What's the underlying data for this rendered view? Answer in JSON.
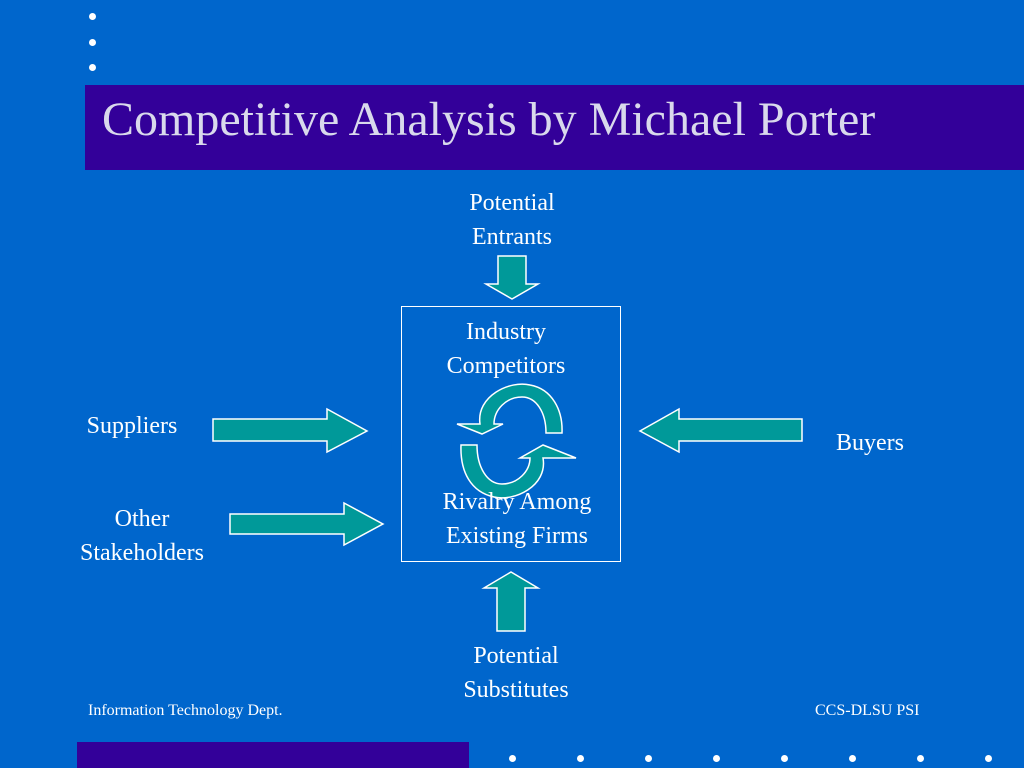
{
  "title": "Competitive Analysis by Michael Porter",
  "nodes": {
    "potential_entrants": "Potential\nEntrants",
    "industry_competitors": "Industry\nCompetitors",
    "rivalry": "Rivalry Among\nExisting Firms",
    "suppliers": "Suppliers",
    "other_stakeholders": "Other\nStakeholders",
    "buyers": "Buyers",
    "potential_substitutes": "Potential\nSubstitutes"
  },
  "footer": {
    "left": "Information Technology Dept.",
    "right": "CCS-DLSU PSI"
  },
  "colors": {
    "background": "#0066cc",
    "band": "#330099",
    "arrow_fill": "#009999",
    "arrow_outline": "#ffffff"
  }
}
